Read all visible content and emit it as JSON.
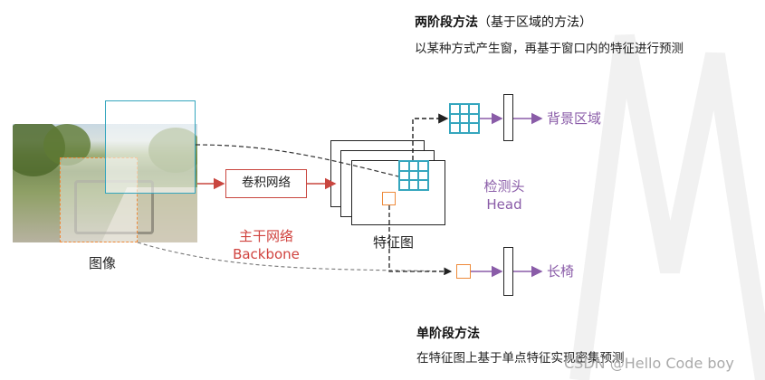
{
  "title_two_stage": "两阶段方法",
  "title_two_stage_paren": "（基于区域的方法）",
  "subtitle_two_stage": "以某种方式产生窗，再基于窗口内的特征进行预测",
  "label_image": "图像",
  "label_conv": "卷积网络",
  "label_backbone_cn": "主干网络",
  "label_backbone_en": "Backbone",
  "label_feature_map": "特征图",
  "label_head_cn": "检测头",
  "label_head_en": "Head",
  "output_background": "背景区域",
  "output_bench": "长椅",
  "title_one_stage": "单阶段方法",
  "subtitle_one_stage": "在特征图上基于单点特征实现密集预测",
  "watermark": "CSDN @Hello Code boy",
  "colors": {
    "cyan": "#35a6be",
    "orange": "#ee8a3a",
    "red": "#c9463f",
    "purple": "#8a5ca8"
  }
}
